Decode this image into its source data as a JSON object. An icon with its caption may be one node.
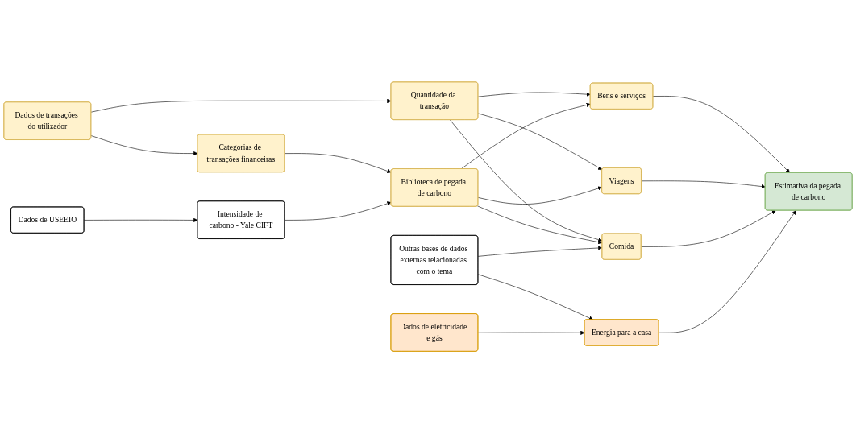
{
  "diagram": {
    "nodes": [
      {
        "text": [
          "Dados de transações do utilizador"
        ]
      },
      {
        "text": [
          "Quantidade da transação"
        ]
      },
      {
        "text": [
          "Bens e serviços"
        ]
      },
      {
        "text": [
          "Categorias de transações financeiras"
        ]
      },
      {
        "text": [
          "Viagens"
        ]
      },
      {
        "text": [
          "Estimativa da pegada de carbono"
        ]
      },
      {
        "text": [
          "Biblioteca de pegada de carbono"
        ]
      },
      {
        "text": [
          "Dados de USEEIO"
        ]
      },
      {
        "text": [
          "Intensidade de carbono - Yale CIFT"
        ]
      },
      {
        "text": [
          "Comida"
        ]
      },
      {
        "text": [
          "Outras bases de dados externas relacionadas com o tema"
        ]
      },
      {
        "text": [
          "Dados de eletricidade e gás"
        ]
      },
      {
        "text": [
          "Energia para a casa"
        ]
      }
    ],
    "edges": [
      {
        "from": 0,
        "to": 1,
        "arrow": "to"
      },
      {
        "from": 0,
        "to": 3,
        "arrow": "to"
      },
      {
        "from": 3,
        "to": 6,
        "arrow": "to"
      },
      {
        "from": 7,
        "to": 8,
        "arrow": "to"
      },
      {
        "from": 8,
        "to": 6,
        "arrow": "to"
      },
      {
        "from": 1,
        "to": 2,
        "arrow": "to"
      },
      {
        "from": 1,
        "to": 4,
        "arrow": "to"
      },
      {
        "from": 1,
        "to": 9,
        "arrow": "to"
      },
      {
        "from": 6,
        "to": 2,
        "arrow": "to"
      },
      {
        "from": 6,
        "to": 4,
        "arrow": "to"
      },
      {
        "from": 6,
        "to": 9,
        "arrow": "to"
      },
      {
        "from": 2,
        "to": 5,
        "arrow": "to"
      },
      {
        "from": 4,
        "to": 5,
        "arrow": "to"
      },
      {
        "from": 9,
        "to": 5,
        "arrow": "to"
      },
      {
        "from": 10,
        "to": 9,
        "arrow": "to"
      },
      {
        "from": 10,
        "to": 12,
        "arrow": "to"
      },
      {
        "from": 11,
        "to": 12,
        "arrow": "to"
      },
      {
        "from": 12,
        "to": 5,
        "arrow": "to"
      }
    ]
  }
}
